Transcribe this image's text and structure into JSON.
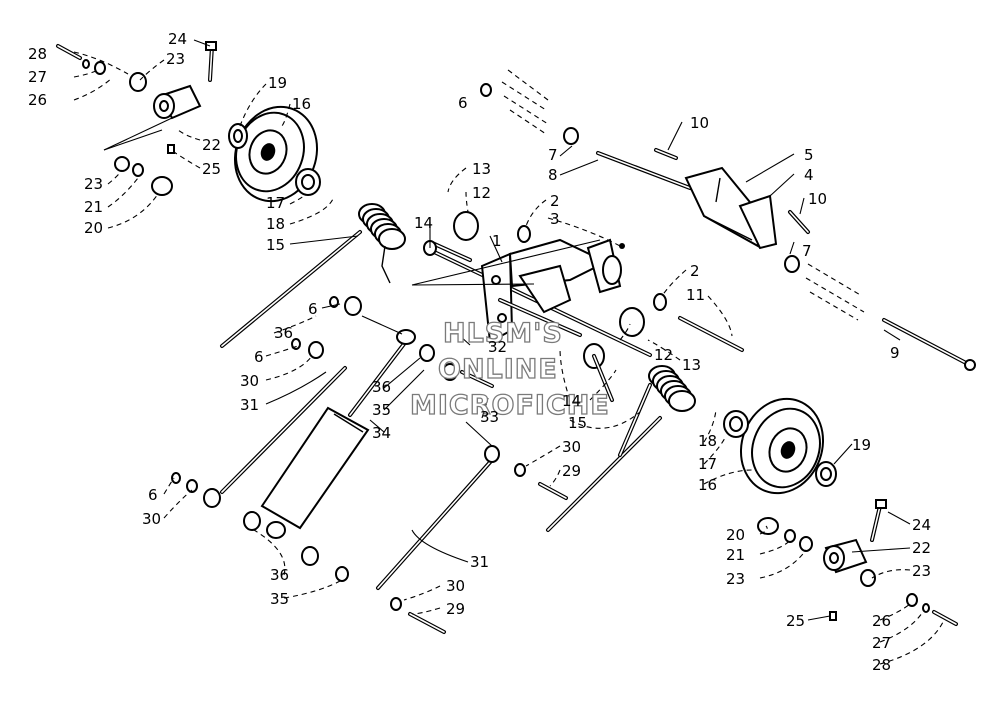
{
  "watermark": {
    "line1": "HLSM'S",
    "line2": "ONLINE",
    "line3": "MICROFICHE"
  },
  "callouts": [
    {
      "id": "c28a",
      "label": "28"
    },
    {
      "id": "c27a",
      "label": "27"
    },
    {
      "id": "c26a",
      "label": "26"
    },
    {
      "id": "c24a",
      "label": "24"
    },
    {
      "id": "c23a",
      "label": "23"
    },
    {
      "id": "c19a",
      "label": "19"
    },
    {
      "id": "c16a",
      "label": "16"
    },
    {
      "id": "c22a",
      "label": "22"
    },
    {
      "id": "c25a",
      "label": "25"
    },
    {
      "id": "c23b",
      "label": "23"
    },
    {
      "id": "c21a",
      "label": "21"
    },
    {
      "id": "c20a",
      "label": "20"
    },
    {
      "id": "c17a",
      "label": "17"
    },
    {
      "id": "c18a",
      "label": "18"
    },
    {
      "id": "c15a",
      "label": "15"
    },
    {
      "id": "c6a",
      "label": "6"
    },
    {
      "id": "c10a",
      "label": "10"
    },
    {
      "id": "c7a",
      "label": "7"
    },
    {
      "id": "c8a",
      "label": "8"
    },
    {
      "id": "c5a",
      "label": "5"
    },
    {
      "id": "c4a",
      "label": "4"
    },
    {
      "id": "c10b",
      "label": "10"
    },
    {
      "id": "c7b",
      "label": "7"
    },
    {
      "id": "c13a",
      "label": "13"
    },
    {
      "id": "c12a",
      "label": "12"
    },
    {
      "id": "c14a",
      "label": "14"
    },
    {
      "id": "c2a",
      "label": "2"
    },
    {
      "id": "c3a",
      "label": "3"
    },
    {
      "id": "c1a",
      "label": "1"
    },
    {
      "id": "c2b",
      "label": "2"
    },
    {
      "id": "c11a",
      "label": "11"
    },
    {
      "id": "c9a",
      "label": "9"
    },
    {
      "id": "c6b",
      "label": "6"
    },
    {
      "id": "c36a",
      "label": "36"
    },
    {
      "id": "c6c",
      "label": "6"
    },
    {
      "id": "c30a",
      "label": "30"
    },
    {
      "id": "c31a",
      "label": "31"
    },
    {
      "id": "c32a",
      "label": "32"
    },
    {
      "id": "c12b",
      "label": "12"
    },
    {
      "id": "c13b",
      "label": "13"
    },
    {
      "id": "c36b",
      "label": "36"
    },
    {
      "id": "c35a",
      "label": "35"
    },
    {
      "id": "c34a",
      "label": "34"
    },
    {
      "id": "c33a",
      "label": "33"
    },
    {
      "id": "c14b",
      "label": "14"
    },
    {
      "id": "c15b",
      "label": "15"
    },
    {
      "id": "c18b",
      "label": "18"
    },
    {
      "id": "c17b",
      "label": "17"
    },
    {
      "id": "c16b",
      "label": "16"
    },
    {
      "id": "c19b",
      "label": "19"
    },
    {
      "id": "c30b",
      "label": "30"
    },
    {
      "id": "c29a",
      "label": "29"
    },
    {
      "id": "c6d",
      "label": "6"
    },
    {
      "id": "c30c",
      "label": "30"
    },
    {
      "id": "c20b",
      "label": "20"
    },
    {
      "id": "c24b",
      "label": "24"
    },
    {
      "id": "c21b",
      "label": "21"
    },
    {
      "id": "c22b",
      "label": "22"
    },
    {
      "id": "c23c",
      "label": "23"
    },
    {
      "id": "c23d",
      "label": "23"
    },
    {
      "id": "c31b",
      "label": "31"
    },
    {
      "id": "c36c",
      "label": "36"
    },
    {
      "id": "c35b",
      "label": "35"
    },
    {
      "id": "c30d",
      "label": "30"
    },
    {
      "id": "c29b",
      "label": "29"
    },
    {
      "id": "c25b",
      "label": "25"
    },
    {
      "id": "c26b",
      "label": "26"
    },
    {
      "id": "c27b",
      "label": "27"
    },
    {
      "id": "c28b",
      "label": "28"
    }
  ]
}
